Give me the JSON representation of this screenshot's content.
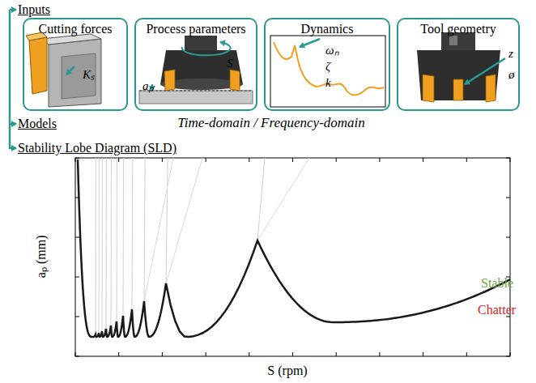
{
  "diagram": {
    "nodes": [
      {
        "text": [
          "Cutting forces",
          "Kₛ"
        ]
      },
      {
        "text": [
          "Process parameters",
          "S",
          "aₚ"
        ]
      },
      {
        "text": [
          "Dynamics",
          "ωₙ",
          "ζ",
          "k"
        ]
      },
      {
        "text": [
          "Tool geometry",
          "z",
          "ø"
        ]
      }
    ],
    "labels": [
      "Inputs",
      "Models",
      "Time-domain / Frequency-domain",
      "Stability Lobe Diagram (SLD)",
      "aₚ (mm)",
      "S (rpm)",
      "Stable",
      "Chatter"
    ]
  }
}
